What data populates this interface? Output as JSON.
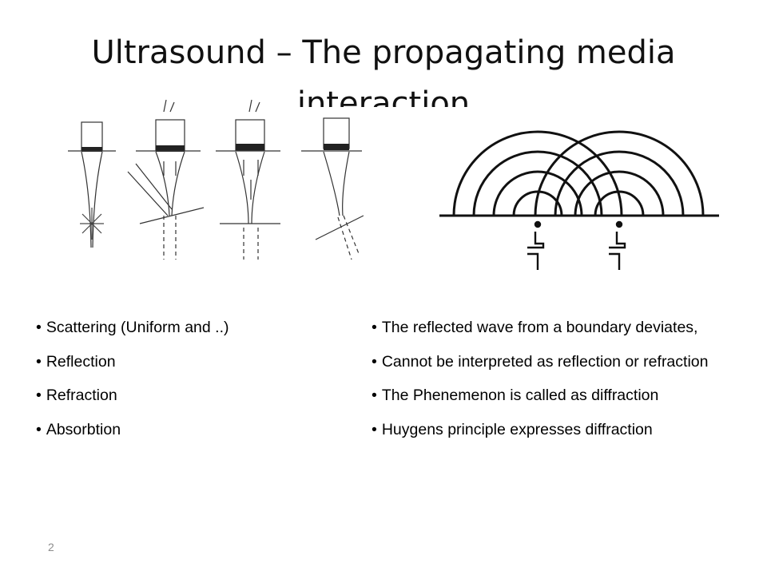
{
  "slide": {
    "title": "Ultrasound – The propagating media interaction",
    "page_number": "2"
  },
  "left_bullets": [
    "Scattering (Uniform and ..)",
    "Reflection",
    "Refraction",
    "Absorbtion"
  ],
  "right_bullets": [
    "The reflected wave from a boundary deviates,",
    "Cannot be interpreted as reflection or refraction",
    "The Phenemenon is called as diffraction",
    "Huygens principle expresses diffraction"
  ]
}
